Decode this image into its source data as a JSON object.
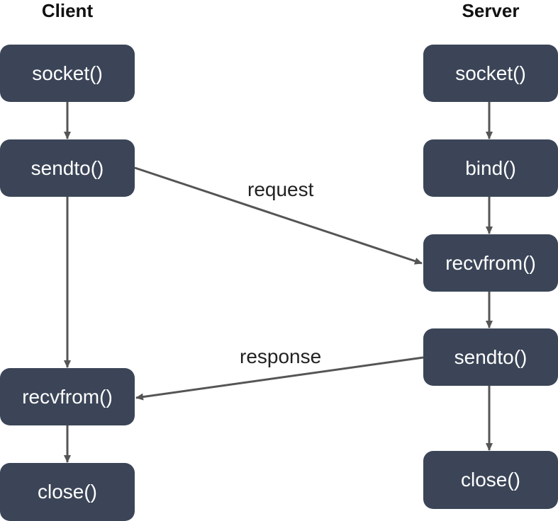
{
  "client": {
    "title": "Client",
    "socket": "socket()",
    "sendto": "sendto()",
    "recvfrom": "recvfrom()",
    "close": "close()"
  },
  "server": {
    "title": "Server",
    "socket": "socket()",
    "bind": "bind()",
    "recvfrom": "recvfrom()",
    "sendto": "sendto()",
    "close": "close()"
  },
  "edges": {
    "request": "request",
    "response": "response"
  },
  "colors": {
    "node_fill": "#3b4557",
    "node_text": "#ffffff",
    "arrow": "#555555"
  }
}
